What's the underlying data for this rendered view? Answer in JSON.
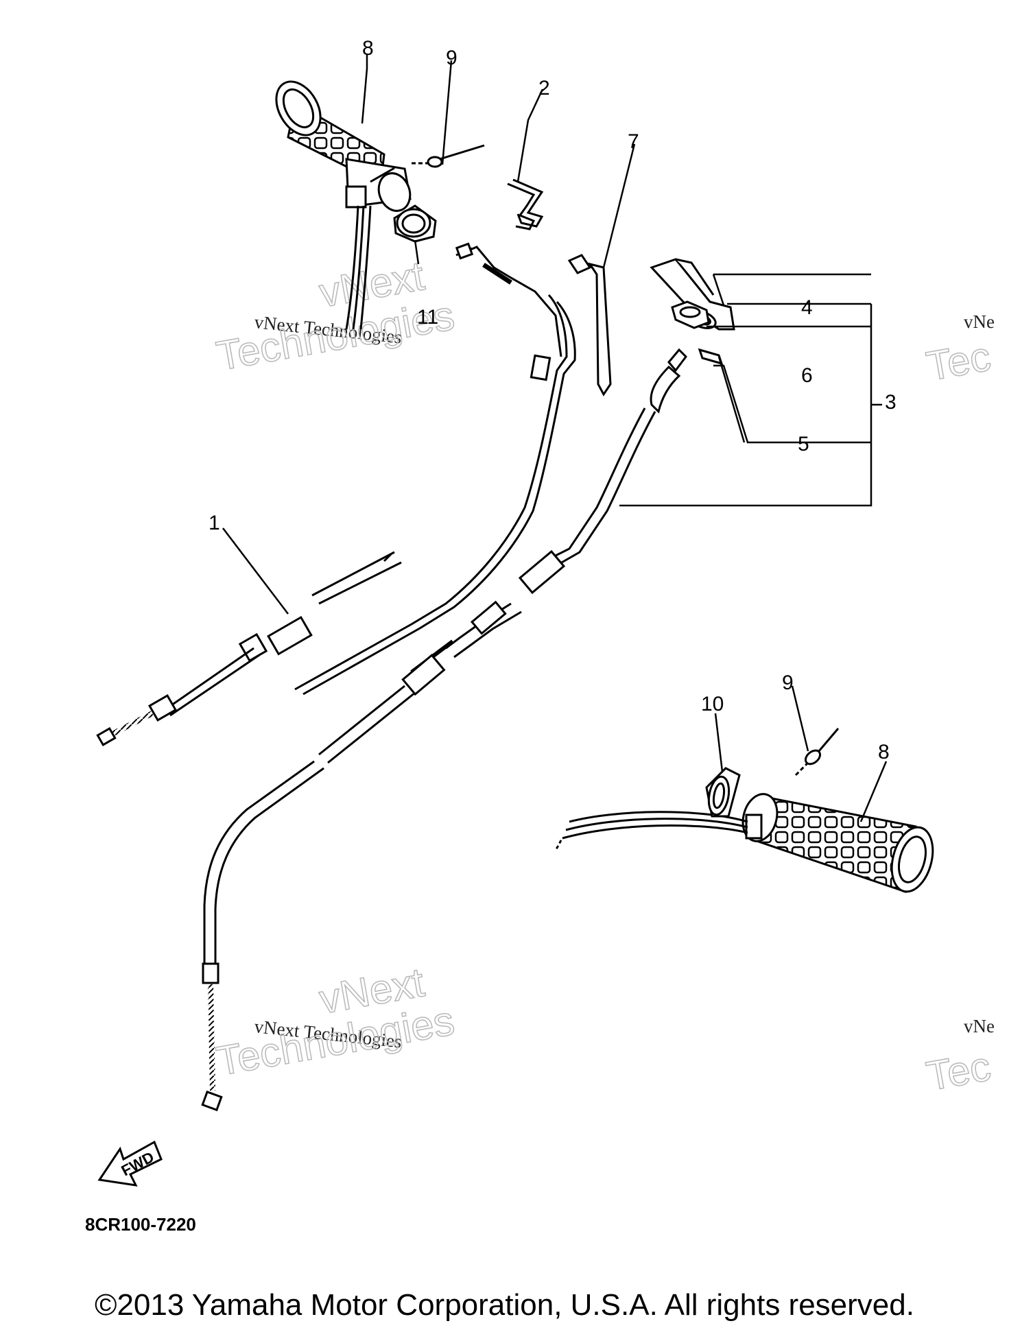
{
  "callouts": {
    "c1": "1",
    "c2": "2",
    "c3": "3",
    "c4": "4",
    "c5": "5",
    "c6": "6",
    "c7": "7",
    "c8a": "8",
    "c8b": "8",
    "c9a": "9",
    "c9b": "9",
    "c10": "10",
    "c11": "11"
  },
  "watermark": {
    "line1": "vNext Technologies",
    "line2": "vNext",
    "line3": "Technologies",
    "edge1": "vNe",
    "edge2": "Tec"
  },
  "fwd_label": "FWD",
  "diagram_code": "8CR100-7220",
  "copyright": "©2013 Yamaha Motor Corporation, U.S.A. All rights reserved."
}
